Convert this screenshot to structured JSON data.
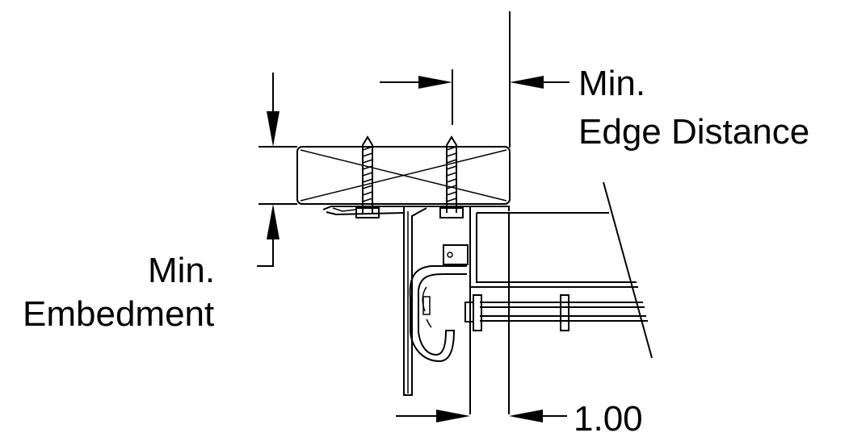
{
  "labels": {
    "edge_line1": "Min.",
    "edge_line2": "Edge Distance",
    "embed_line1": "Min.",
    "embed_line2": "Embedment",
    "dimension": "1.00"
  },
  "colors": {
    "ink": "#000000",
    "background": "#ffffff"
  }
}
